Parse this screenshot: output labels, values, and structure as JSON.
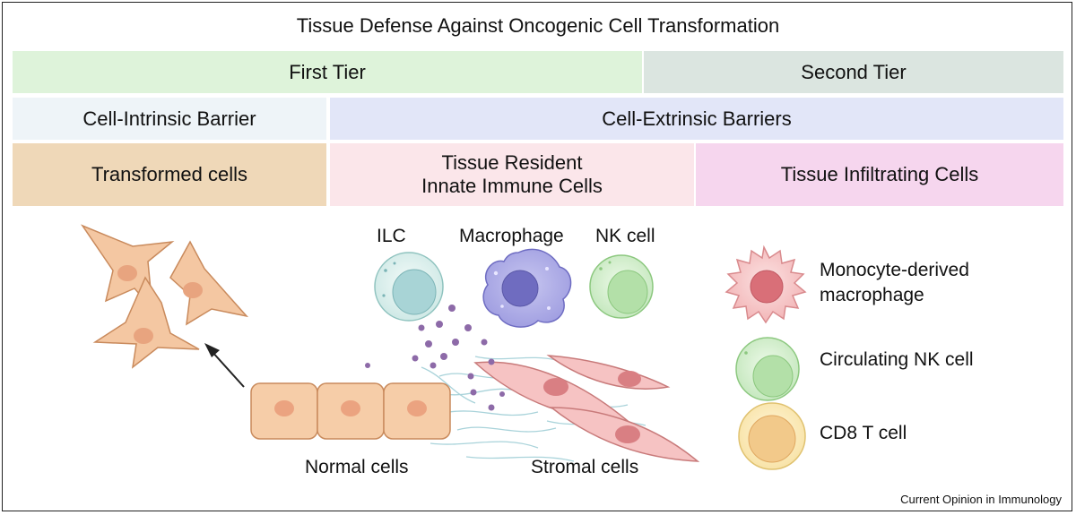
{
  "title": "Tissue Defense Against Oncogenic Cell Transformation",
  "tiers": {
    "first": "First Tier",
    "second": "Second Tier"
  },
  "barriers": {
    "intrinsic": "Cell-Intrinsic Barrier",
    "extrinsic": "Cell-Extrinsic Barriers"
  },
  "groups": {
    "transformed": "Transformed cells",
    "resident_line1": "Tissue Resident",
    "resident_line2": "Innate Immune Cells",
    "infiltrating": "Tissue Infiltrating Cells"
  },
  "cell_labels": {
    "ilc": "ILC",
    "macrophage": "Macrophage",
    "nk": "NK cell",
    "normal": "Normal cells",
    "stromal": "Stromal cells",
    "mono_line1": "Monocyte-derived",
    "mono_line2": "macrophage",
    "circ_nk": "Circulating NK cell",
    "cd8": "CD8 T cell"
  },
  "credit": "Current Opinion in Immunology",
  "colors": {
    "first_tier": "#def3da",
    "second_tier": "#dbe5e0",
    "intrinsic": "#eef4f8",
    "extrinsic": "#e2e6f8",
    "transformed": "#efd8b8",
    "resident": "#fbe6ea",
    "infiltrating": "#f6d6ee"
  }
}
